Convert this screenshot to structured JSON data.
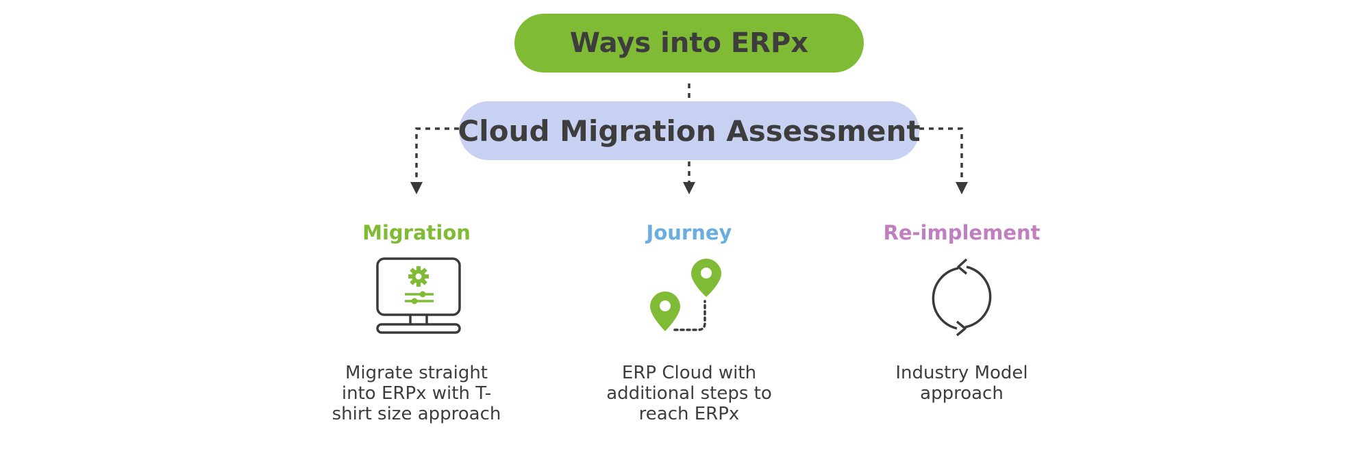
{
  "header": {
    "title": "Ways into ERPx",
    "subtitle": "Cloud Migration Assessment"
  },
  "paths": [
    {
      "title": "Migration",
      "color": "#80bb35",
      "icon": "monitor-settings-icon",
      "description": "Migrate straight into ERPx with T-shirt size approach"
    },
    {
      "title": "Journey",
      "color": "#6aaede",
      "icon": "map-pin-route-icon",
      "description": "ERP Cloud with additional steps to reach ERPx"
    },
    {
      "title": "Re-implement",
      "color": "#c07fbf",
      "icon": "refresh-cycle-icon",
      "description": "Industry Model approach"
    }
  ],
  "colors": {
    "top_pill": "#80bb35",
    "mid_pill": "#c8d1f1",
    "text_dark": "#3d3d3d",
    "connector": "#3a3a3a"
  }
}
